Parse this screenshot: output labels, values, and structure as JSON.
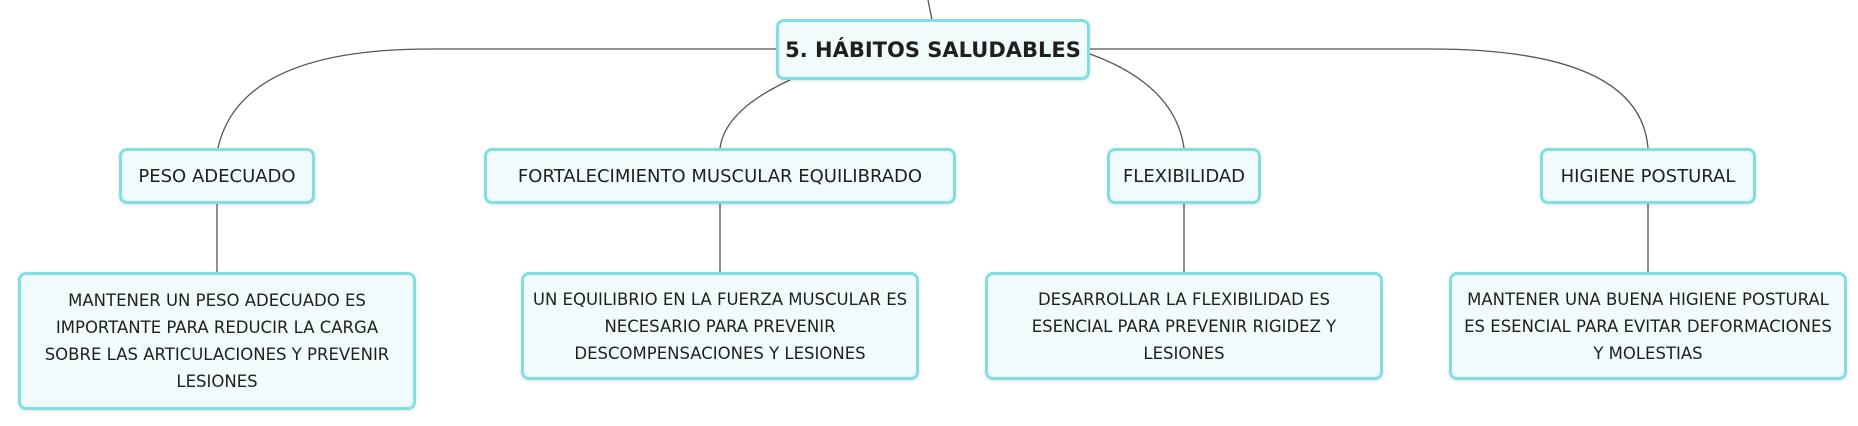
{
  "root": {
    "label": "5. HÁBITOS SALUDABLES"
  },
  "topics": [
    {
      "label": "PESO ADECUADO",
      "description": "MANTENER UN PESO ADECUADO ES IMPORTANTE PARA REDUCIR LA CARGA SOBRE LAS ARTICULACIONES Y PREVENIR LESIONES"
    },
    {
      "label": "FORTALECIMIENTO MUSCULAR EQUILIBRADO",
      "description": "UN EQUILIBRIO EN LA FUERZA MUSCULAR ES NECESARIO PARA PREVENIR DESCOMPENSACIONES Y LESIONES"
    },
    {
      "label": "FLEXIBILIDAD",
      "description": "DESARROLLAR LA FLEXIBILIDAD ES ESENCIAL PARA PREVENIR RIGIDEZ Y LESIONES"
    },
    {
      "label": "HIGIENE POSTURAL",
      "description": "MANTENER UNA BUENA HIGIENE POSTURAL ES ESENCIAL PARA EVITAR DEFORMACIONES Y MOLESTIAS"
    }
  ],
  "colors": {
    "node_border": "#7fdfe3",
    "node_fill": "#f1fbfc",
    "connector": "#555555"
  }
}
